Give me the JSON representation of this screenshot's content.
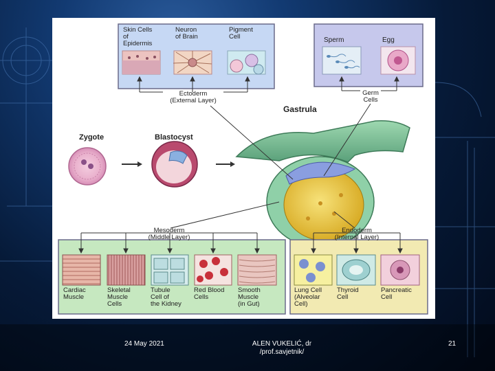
{
  "diagram": {
    "ectoderm_box": {
      "cells": [
        {
          "label": "Skin Cells of Epidermis",
          "lines": [
            "Skin Cells",
            "of",
            "Epidermis"
          ]
        },
        {
          "label": "Neuron of Brain",
          "lines": [
            "Neuron",
            "of Brain"
          ]
        },
        {
          "label": "Pigment Cell",
          "lines": [
            "Pigment",
            "Cell"
          ]
        }
      ],
      "layer_label": [
        "Ectoderm",
        "(External Layer)"
      ]
    },
    "germ_box": {
      "cells": [
        {
          "label": "Sperm",
          "lines": [
            "Sperm"
          ]
        },
        {
          "label": "Egg",
          "lines": [
            "Egg"
          ]
        }
      ],
      "layer_label": [
        "Germ",
        "Cells"
      ]
    },
    "stages": {
      "zygote": "Zygote",
      "blastocyst": "Blastocyst",
      "gastrula": "Gastrula"
    },
    "mesoderm_box": {
      "layer_label": [
        "Mesoderm",
        "(Middle Layer)"
      ],
      "cells": [
        {
          "label": "Cardiac Muscle",
          "lines": [
            "Cardiac",
            "Muscle"
          ]
        },
        {
          "label": "Skeletal Muscle Cells",
          "lines": [
            "Skeletal",
            "Muscle",
            "Cells"
          ]
        },
        {
          "label": "Tubule Cell of the Kidney",
          "lines": [
            "Tubule",
            "Cell of",
            "the Kidney"
          ]
        },
        {
          "label": "Red Blood Cells",
          "lines": [
            "Red Blood",
            "Cells"
          ]
        },
        {
          "label": "Smooth Muscle (in Gut)",
          "lines": [
            "Smooth",
            "Muscle",
            "(in Gut)"
          ]
        }
      ]
    },
    "endoderm_box": {
      "layer_label": [
        "Endoderm",
        "(Internal Layer)"
      ],
      "cells": [
        {
          "label": "Lung Cell (Alveolar Cell)",
          "lines": [
            "Lung Cell",
            "(Alveolar",
            "Cell)"
          ]
        },
        {
          "label": "Thyroid Cell",
          "lines": [
            "Thyroid",
            "Cell"
          ]
        },
        {
          "label": "Pancreatic Cell",
          "lines": [
            "Pancreatic",
            "Cell"
          ]
        }
      ]
    }
  },
  "footer": {
    "date": "24 May 2021",
    "author": "ALEN VUKELIĆ, dr /prof.savjetnik/",
    "page": "21"
  },
  "colors": {
    "ectoderm_box": "#c6d8f4",
    "germ_box": "#c6c8ec",
    "mesoderm_box": "#c6e8c0",
    "endoderm_box": "#f2eab2",
    "box_border": "#6a6a8a"
  }
}
